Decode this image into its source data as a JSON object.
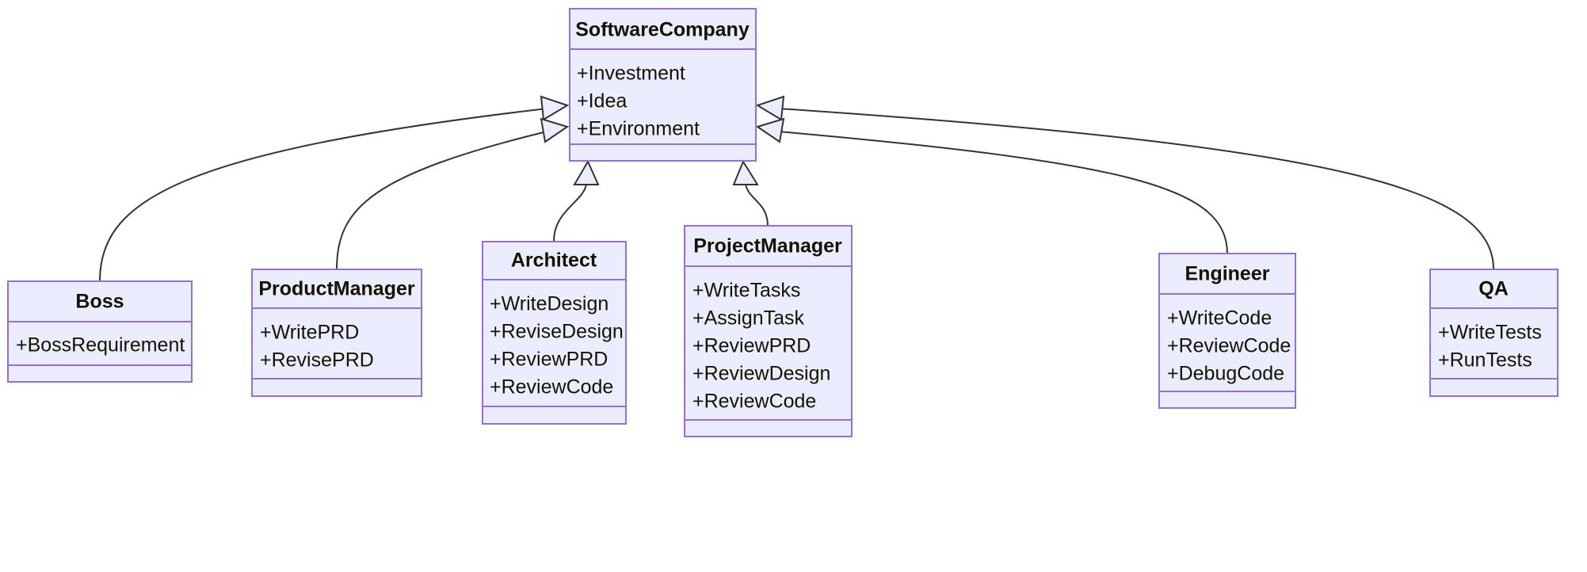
{
  "diagram": {
    "type": "uml-class-diagram",
    "title": "",
    "colors": {
      "box_fill": "#ECECFF",
      "box_border": "#9370DB",
      "text": "#131300",
      "edge": "#333333",
      "background": "#FFFFFF"
    },
    "relationship_type": "inheritance",
    "classes": [
      {
        "id": "softwarecompany",
        "name": "SoftwareCompany",
        "attributes": [
          "+Investment",
          "+Idea",
          "+Environment"
        ],
        "methods": []
      },
      {
        "id": "boss",
        "name": "Boss",
        "attributes": [
          "+BossRequirement"
        ],
        "methods": []
      },
      {
        "id": "productmanager",
        "name": "ProductManager",
        "attributes": [
          "+WritePRD",
          "+RevisePRD"
        ],
        "methods": []
      },
      {
        "id": "architect",
        "name": "Architect",
        "attributes": [
          "+WriteDesign",
          "+ReviseDesign",
          "+ReviewPRD",
          "+ReviewCode"
        ],
        "methods": []
      },
      {
        "id": "projectmanager",
        "name": "ProjectManager",
        "attributes": [
          "+WriteTasks",
          "+AssignTask",
          "+ReviewPRD",
          "+ReviewDesign",
          "+ReviewCode"
        ],
        "methods": []
      },
      {
        "id": "engineer",
        "name": "Engineer",
        "attributes": [
          "+WriteCode",
          "+ReviewCode",
          "+DebugCode"
        ],
        "methods": []
      },
      {
        "id": "qa",
        "name": "QA",
        "attributes": [
          "+WriteTests",
          "+RunTests"
        ],
        "methods": []
      }
    ],
    "relations": [
      {
        "from": "boss",
        "to": "softwarecompany",
        "kind": "inheritance"
      },
      {
        "from": "productmanager",
        "to": "softwarecompany",
        "kind": "inheritance"
      },
      {
        "from": "architect",
        "to": "softwarecompany",
        "kind": "inheritance"
      },
      {
        "from": "projectmanager",
        "to": "softwarecompany",
        "kind": "inheritance"
      },
      {
        "from": "engineer",
        "to": "softwarecompany",
        "kind": "inheritance"
      },
      {
        "from": "qa",
        "to": "softwarecompany",
        "kind": "inheritance"
      }
    ]
  }
}
